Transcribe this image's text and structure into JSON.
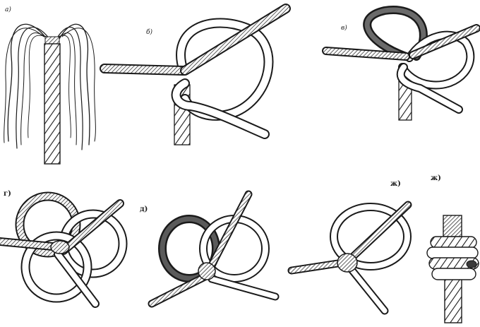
{
  "panels": [
    {
      "id": "a",
      "label": "а)"
    },
    {
      "id": "b",
      "label": "б)"
    },
    {
      "id": "v",
      "label": "в)"
    },
    {
      "id": "g",
      "label": "г)"
    },
    {
      "id": "d",
      "label": "д)"
    },
    {
      "id": "zh1",
      "label": "ж)"
    },
    {
      "id": "zh2",
      "label": "ж)"
    }
  ],
  "colors": {
    "ink": "#1a1a1a",
    "rope_light": "#ffffff",
    "rope_dark": "#4a4a4a"
  }
}
